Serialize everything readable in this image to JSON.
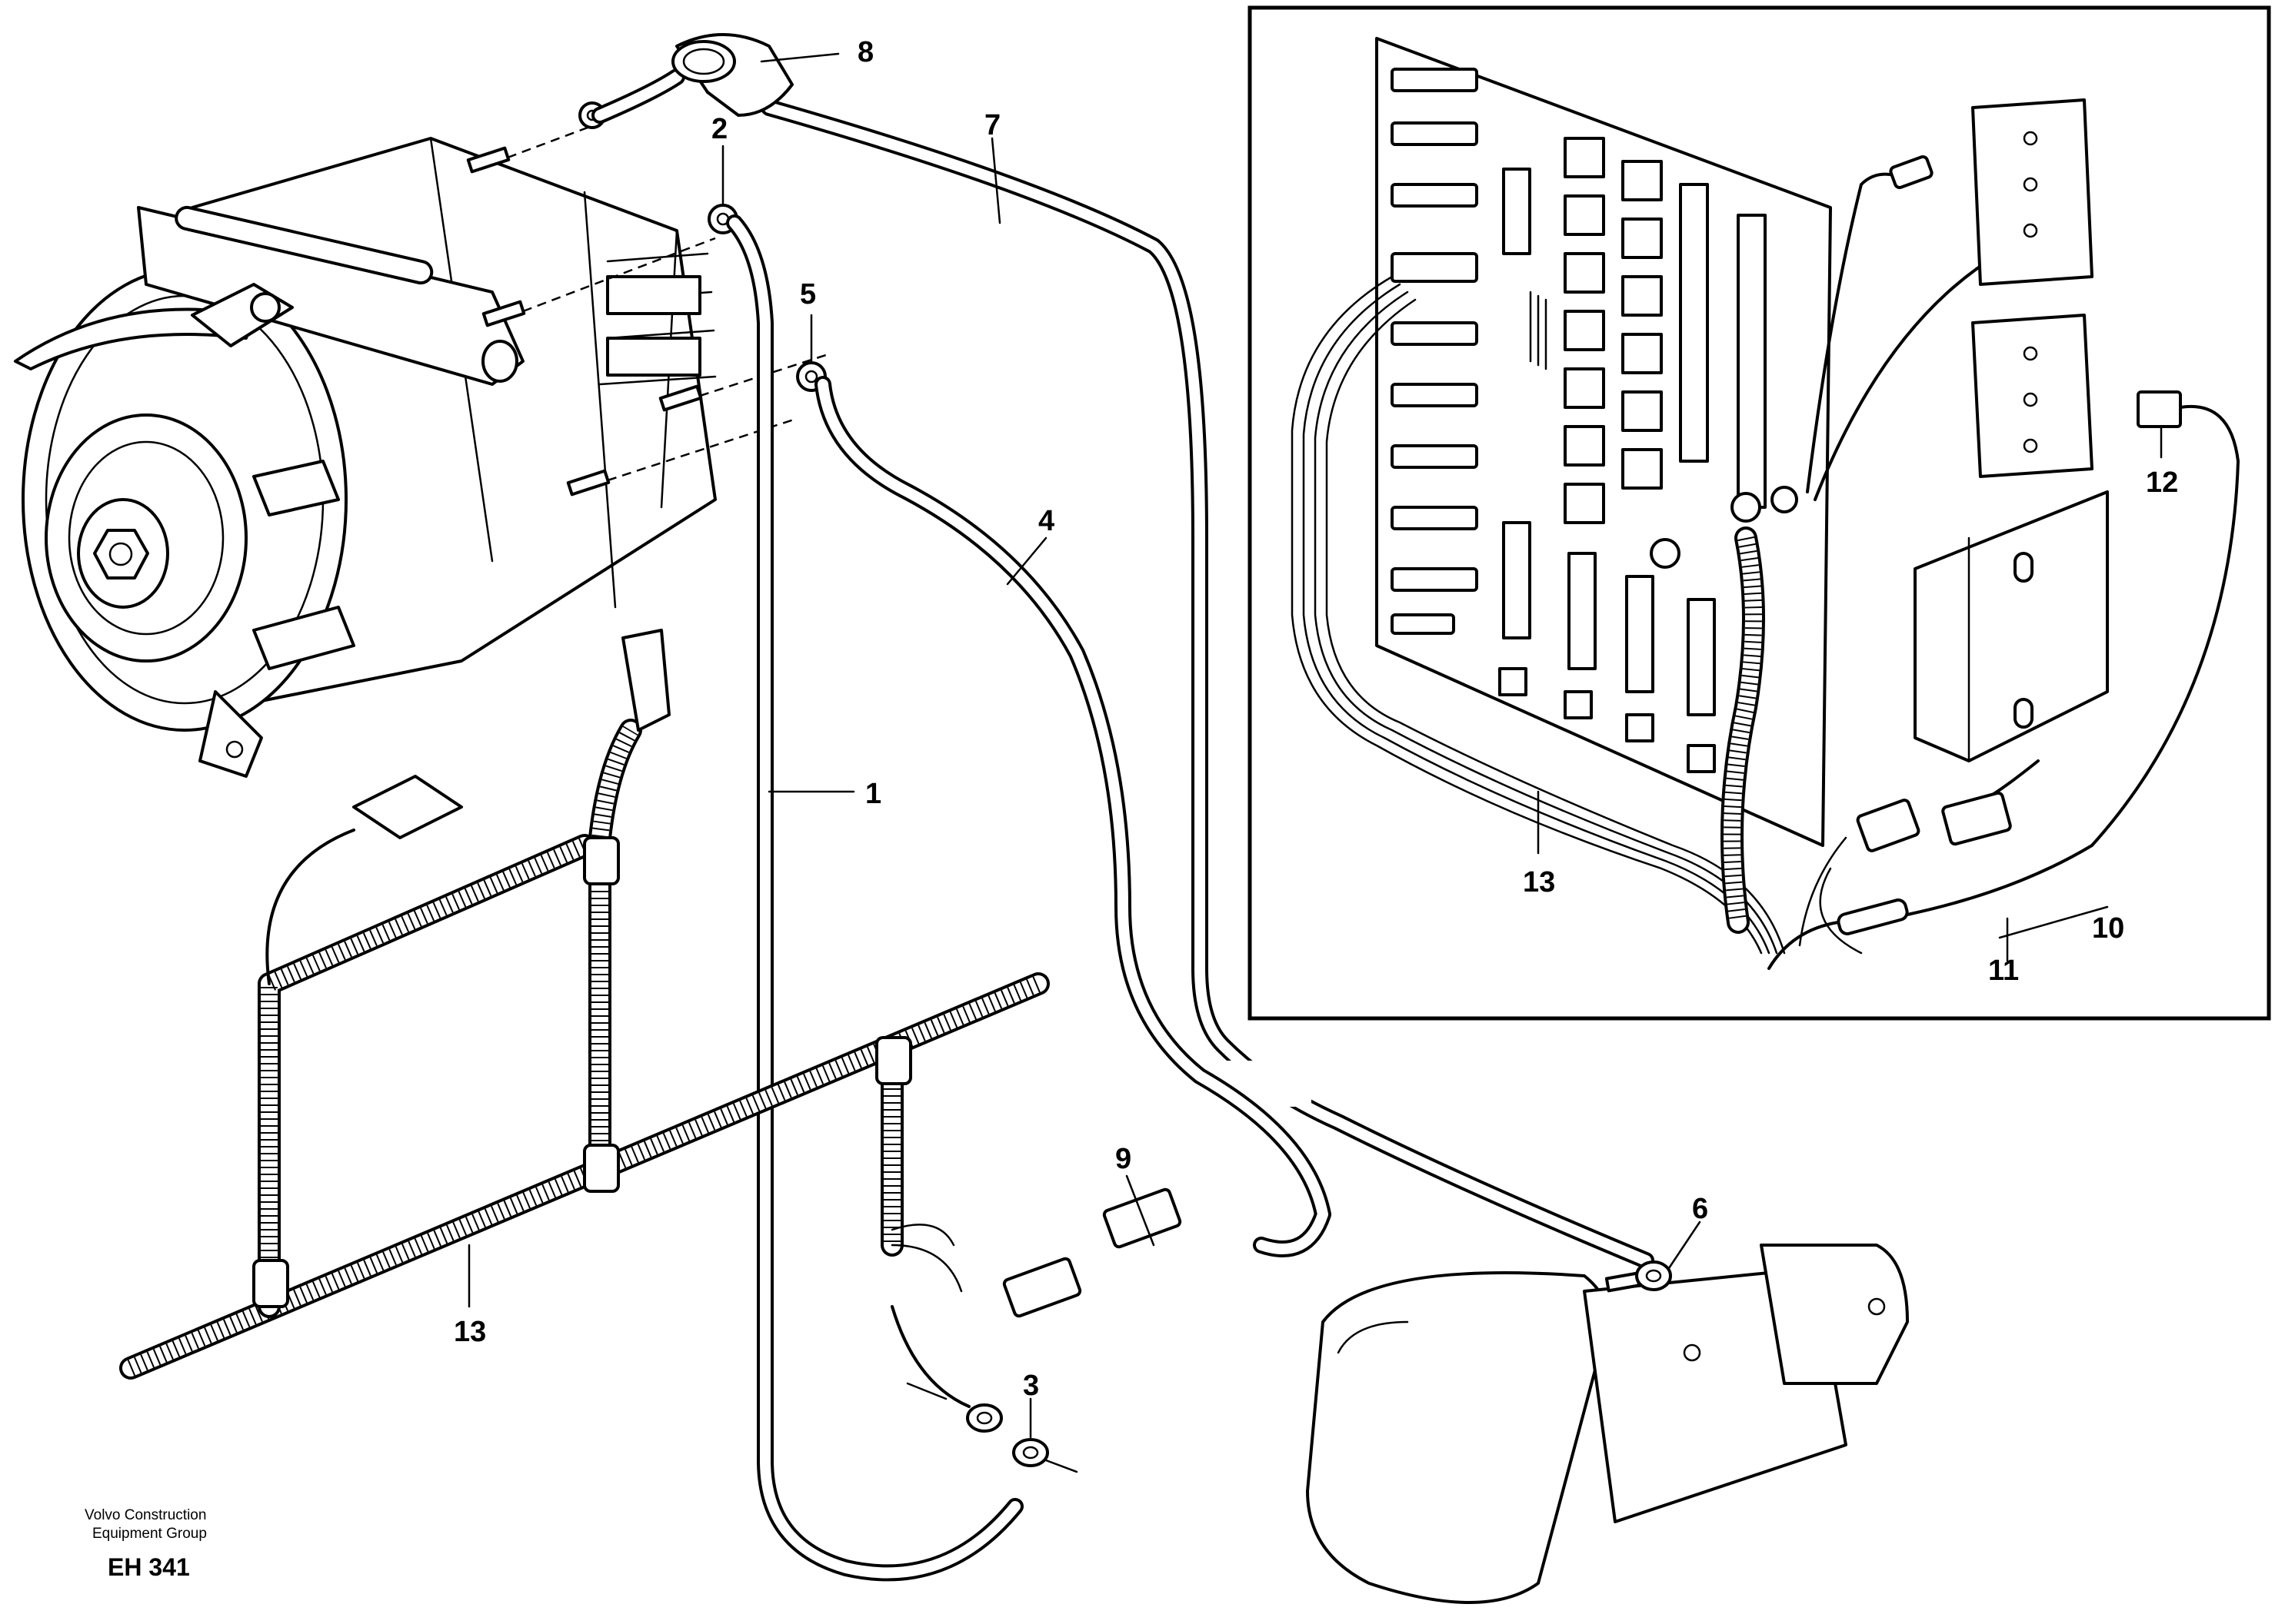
{
  "callouts": {
    "c1": "1",
    "c2": "2",
    "c3": "3",
    "c4": "4",
    "c5": "5",
    "c6": "6",
    "c7": "7",
    "c8": "8",
    "c9": "9",
    "c10": "10",
    "c11": "11",
    "c12": "12",
    "c13a": "13",
    "c13b": "13"
  },
  "footer": {
    "company_line1": "Volvo Construction",
    "company_line2": "Equipment Group",
    "code": "EH 341"
  }
}
